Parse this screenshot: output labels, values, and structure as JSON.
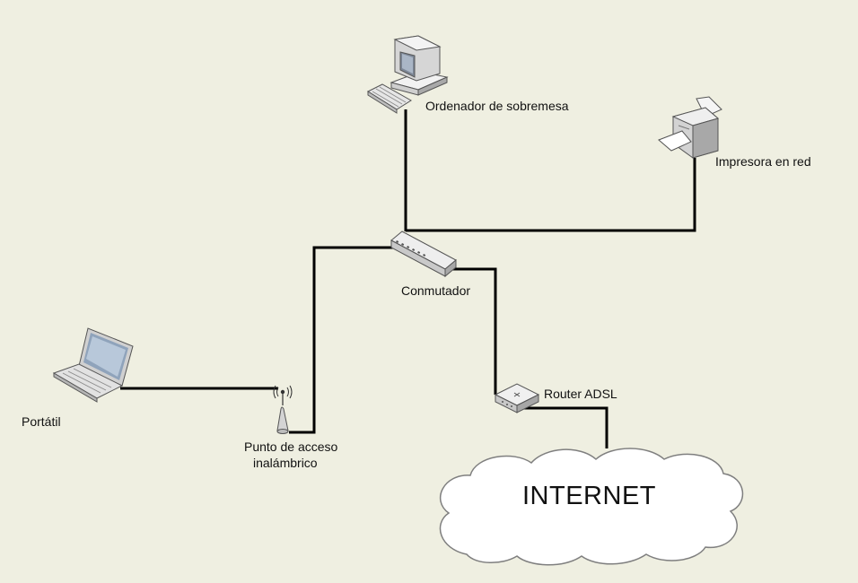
{
  "nodes": {
    "desktop": {
      "label": "Ordenador de sobremesa",
      "icon": "desktop-computer-icon"
    },
    "printer": {
      "label": "Impresora en red",
      "icon": "network-printer-icon"
    },
    "switch": {
      "label": "Conmutador",
      "icon": "network-switch-icon"
    },
    "laptop": {
      "label": "Portátil",
      "icon": "laptop-icon"
    },
    "access_point": {
      "label_line1": "Punto de acceso",
      "label_line2": "inalámbrico",
      "icon": "wireless-access-point-icon"
    },
    "router": {
      "label": "Router ADSL",
      "icon": "adsl-router-icon"
    },
    "internet": {
      "label": "INTERNET",
      "icon": "cloud-icon"
    }
  },
  "connections": [
    [
      "desktop",
      "switch"
    ],
    [
      "printer",
      "switch"
    ],
    [
      "switch",
      "access_point"
    ],
    [
      "switch",
      "router"
    ],
    [
      "laptop",
      "access_point"
    ],
    [
      "router",
      "internet"
    ]
  ],
  "colors": {
    "background": "#efefe1",
    "line": "#000000",
    "device_body": "#d9d9d9"
  }
}
